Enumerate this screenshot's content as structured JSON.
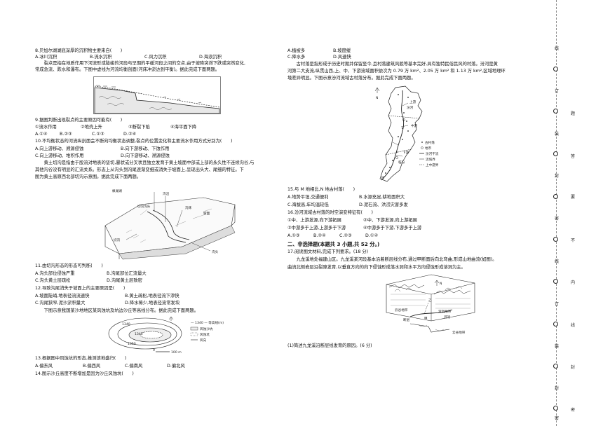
{
  "left_column": [
    {
      "id": "q8",
      "text": "8.贝加尔湖湖底深厚的沉积物主要来自(　　)"
    },
    {
      "id": "q8-opts",
      "opts": [
        "A.冰川沉积",
        "B.流水沉积",
        "C.风力沉积",
        "D.海浪沉积"
      ]
    },
    {
      "id": "p1",
      "text": "　　裂点是指在地质作用下河流形成陡峻的河段与早期的平缓河段之间的交点,由于坡降突然下跌或突然变化,"
    },
    {
      "id": "p1b",
      "text": "常成急流、跌水和瀑布。下图中虚线为河流均衡剖面(河床冲淤达到平衡)。据此完成下面两题。"
    },
    {
      "id": "q9",
      "text": "9.据图判断出现裂点的主要原因可能有(　　)"
    },
    {
      "id": "q9-opts",
      "opts": [
        "①流水作用",
        "②地壳上升",
        "③断裂下陷",
        "④海平面下降"
      ]
    },
    {
      "id": "q9-ans",
      "opts": [
        "A.①④",
        "B.②③",
        "C.①③",
        "D.②④"
      ]
    },
    {
      "id": "q10",
      "text": "10.不均衡状态的河流纵剖面会不断向均衡状态调整,裂点的位置变化和主要流水作用方式分别为(　　)"
    },
    {
      "id": "q10-ab",
      "opts": [
        "A.向上游移动、溯源侵蚀",
        "B.向下游移动、下蚀作用"
      ]
    },
    {
      "id": "q10-cd",
      "opts": [
        "C.向上游移动、堆积作用",
        "D.向下游移动、溯源侵蚀"
      ]
    },
    {
      "id": "p2",
      "text": "　　黄土切沟是指由于股流对地表的坚切,暴状或分叉状且独立发育于黄土坡面中部或上部的永久性不连续沟谷,与"
    },
    {
      "id": "p2b",
      "text": "其他沟谷没有明显的汇流关系。形态上从沟头到沟尾逐渐变细或消失于坡面上,呈现出头大、尾细的特征。下"
    },
    {
      "id": "p2c",
      "text": "图为黄土高原西北部切沟示意图。据此完成下面两题。"
    },
    {
      "id": "q11",
      "text": "11.由切沟形态的形态可判断(　　)"
    },
    {
      "id": "q11-ab",
      "opts": [
        "A.沟头部位侵蚀严重",
        "B.沟尾部位汇流量大"
      ]
    },
    {
      "id": "q11-cd",
      "opts": [
        "C.沟头黄土层疏松",
        "D.沟尾黄土层致密"
      ]
    },
    {
      "id": "q12",
      "text": "12.导致沟尾消失于坡面上的主要原因是(　　)"
    },
    {
      "id": "q12-ab",
      "opts": [
        "A.坡面陡峭,地表径流流速快",
        "B.黄土疏松,地表径流下渗快"
      ]
    },
    {
      "id": "q12-cd",
      "opts": [
        "C.沟尾狭窄,泥沙淤积量大",
        "D.降水稀少,地表径流常发块"
      ]
    },
    {
      "id": "p3",
      "text": "　　下图示意我国某沙地地区某风蚀坑及坑边沙丘等高线分布。据此完成下面两题。"
    },
    {
      "id": "q13",
      "text": "13.根据图中风蚀坑的形态,推测该地盛行(　　)"
    },
    {
      "id": "q13-opts",
      "opts": [
        "A.偏东风",
        "B.偏西风",
        "C.偏南风",
        "D.偏北风"
      ]
    },
    {
      "id": "q14",
      "text": "14.图示沙丘高度不断增加是因为沙丘风蚀坑(　　)"
    }
  ],
  "right_column": [
    {
      "id": "q14-opts",
      "opts": [
        "A.植被多",
        "B.坡度缓"
      ]
    },
    {
      "id": "q14-opts2",
      "opts": [
        "C.降水多",
        "D.风速快"
      ]
    },
    {
      "id": "p4",
      "text": "　　古村落是指形成于历史时期并保留至今,且村落建筑风貌等基本完好,具有独特民俗民风的村落。汾河是黄"
    },
    {
      "id": "p4b",
      "text": "河第二大支流,纵贯山西,上、中、下游流域面积依次为 0.79 万 km²、2.05 万 km² 和 1.13 万 km²,区域地理环"
    },
    {
      "id": "p4c",
      "text": "境差异明显。下图示意汾河流域古村落分布。据此完成下面两题。"
    },
    {
      "id": "q15",
      "text": "15.与 M 地相比,N 地古村落(　　)"
    },
    {
      "id": "q15-ab",
      "opts": [
        "A.地势平坦,交通便利",
        "B.水源充足,耕地面积大"
      ]
    },
    {
      "id": "q15-cd",
      "opts": [
        "C.海拔高,年均温较低",
        "D.泥石流、洪涝灾害多发"
      ]
    },
    {
      "id": "q16",
      "text": "16.汾河流域古村落的时空演变特征有(　　)"
    },
    {
      "id": "q16-12",
      "opts": [
        "①中、上游发源,向下游拓展",
        "②中、下游发源,向上游拓展"
      ]
    },
    {
      "id": "q16-34",
      "opts": [
        "③中游多于上游,上游多于下游",
        "④中游多于下游,下游多于上游"
      ]
    },
    {
      "id": "q16-ans",
      "opts": [
        "A.①③",
        "B.②④",
        "C.②③",
        "D.①④"
      ]
    },
    {
      "id": "sec2",
      "text": "二、非选择题(本题共 3 小题,共 52 分。)"
    },
    {
      "id": "q17",
      "text": "17.阅读图文材料,完成下列要求。(18 分)"
    },
    {
      "id": "p5",
      "text": "　　九龙溪地处福建山区。九龙溪某河段基本沿着断层线分布,通过甲断面后向北弯曲,形成山地曲流(如图)。"
    },
    {
      "id": "p5b",
      "text": "曲流北侧岩层沿裂隙发育,以垂直方向的向下侵蚀形成落水洞和水平方向侵蚀形成溶洞为主。"
    },
    {
      "id": "q17-1",
      "text": "(1)简述九龙溪沿断层线发育的原因。(6 分)"
    }
  ],
  "figures": {
    "river_profile": {
      "labels": []
    },
    "gully": {
      "labels": [
        "枫湖湖",
        "切沟沟头",
        "沟沿",
        "沟床",
        "坡面",
        "切沟",
        "沟头"
      ]
    },
    "blowout": {
      "labels": [
        "1340",
        "1345",
        "1350",
        "— 1340 — 等高线(m)",
        "风蚀沙坑",
        "风蚀坑",
        "风向",
        "0",
        "100 m"
      ]
    },
    "fen_river": {
      "labels": [
        "N",
        "M",
        "临汾",
        "汾河",
        "古村落",
        "地市",
        "汾河干流",
        "流域界",
        "上中游界",
        "中游",
        "下游",
        "上游"
      ]
    },
    "karst": {
      "labels": [
        "N",
        "云谷地带",
        "溶洞地带",
        "甲",
        "河流",
        "云谷地带",
        "断层",
        "乙"
      ]
    }
  },
  "binding_margin": {
    "left_chars": [
      "线",
      "订",
      "装",
      "封",
      "密",
      "线",
      "订",
      "装",
      "封",
      "密"
    ],
    "right_chars": [
      "题",
      "答",
      "要",
      "不",
      "内",
      "线",
      "封",
      "密"
    ]
  }
}
